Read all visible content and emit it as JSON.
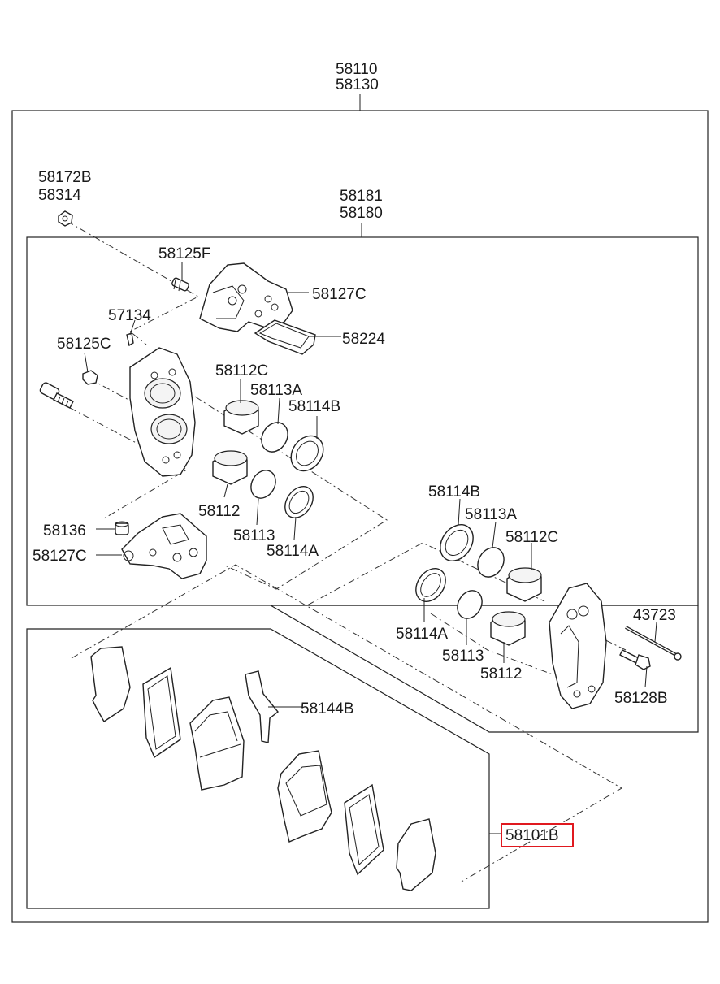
{
  "labels": {
    "assy_front_a": "58110",
    "assy_front_b": "58130",
    "bleed_cap_a": "58172B",
    "bleed_cap_b": "58314",
    "caliper_a": "58181",
    "caliper_b": "58180",
    "screw_f": "58125F",
    "bracket_top": "58127C",
    "shim_top": "58224",
    "clip_a": "57134",
    "screw_c": "58125C",
    "piston_c_left": "58112C",
    "seal_a_left": "58113A",
    "boot_b_left": "58114B",
    "piston_left": "58112",
    "seal_left": "58113",
    "boot_a_left": "58114A",
    "bushing": "58136",
    "bracket_bottom": "58127C",
    "boot_b_right": "58114B",
    "seal_a_right": "58113A",
    "piston_c_right": "58112C",
    "pin": "43723",
    "boot_a_right": "58114A",
    "seal_right": "58113",
    "piston_right": "58112",
    "bolt_b": "58128B",
    "spring": "58144B",
    "pad_kit": "58101B"
  },
  "colors": {
    "highlight": "#e0191f",
    "line": "#222222"
  }
}
